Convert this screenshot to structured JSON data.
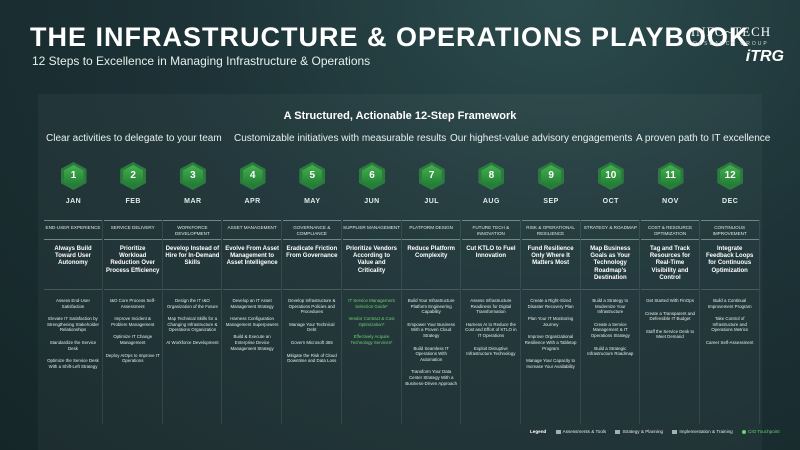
{
  "header": {
    "title": "THE INFRASTRUCTURE & OPERATIONS PLAYBOOK",
    "subtitle": "12 Steps to Excellence in Managing Infrastructure & Operations",
    "logo_main": "INFO~TECH",
    "logo_sub": "RESEARCH GROUP",
    "logo_secondary": "iTRG"
  },
  "framework": {
    "title": "A Structured, Actionable 12-Step Framework",
    "phases": [
      "Clear activities to delegate to your team",
      "Customizable initiatives with measurable results",
      "Our highest-value advisory engagements",
      "A proven path to IT excellence"
    ]
  },
  "colors": {
    "accent_green": "#45b04f",
    "advisory_text": "#6cd26f",
    "background": "#1d3337"
  },
  "steps": [
    {
      "num": "1",
      "month": "JAN",
      "category": "END-USER EXPERIENCE",
      "goal": "Always Build Toward User Autonomy",
      "items": [
        {
          "text": "Assess End-User Satisfaction",
          "type": "impl"
        },
        {
          "text": "Elevate IT Satisfaction by Strengthening Stakeholder Relationships",
          "type": "impl"
        },
        {
          "text": "Standardize the Service Desk",
          "type": "impl"
        },
        {
          "text": "Optimize the Service Desk With a Shift-Left Strategy",
          "type": "impl"
        }
      ]
    },
    {
      "num": "2",
      "month": "FEB",
      "category": "SERVICE DELIVERY",
      "goal": "Prioritize Workload Reduction Over Process Efficiency",
      "items": [
        {
          "text": "I&O Core Process Self-Assessment",
          "type": "impl"
        },
        {
          "text": "Improve Incident & Problem Management",
          "type": "impl"
        },
        {
          "text": "Optimize IT Change Management",
          "type": "impl"
        },
        {
          "text": "Deploy AIOps to Improve IT Operations",
          "type": "impl"
        }
      ]
    },
    {
      "num": "3",
      "month": "MAR",
      "category": "WORKFORCE DEVELOPMENT",
      "goal": "Develop Instead of Hire for In-Demand Skills",
      "items": [
        {
          "text": "Design the IT I&O Organization of the Future",
          "type": "impl"
        },
        {
          "text": "Map Technical Skills for a Changing Infrastructure & Operations Organization",
          "type": "impl"
        },
        {
          "text": "AI Workforce Development",
          "type": "impl"
        }
      ]
    },
    {
      "num": "4",
      "month": "APR",
      "category": "ASSET MANAGEMENT",
      "goal": "Evolve From Asset Management to Asset Intelligence",
      "items": [
        {
          "text": "Develop an IT Asset Management Strategy",
          "type": "impl"
        },
        {
          "text": "Harness Configuration Management Superpowers",
          "type": "impl"
        },
        {
          "text": "Build & Execute an Enterprise Device Management Strategy",
          "type": "impl"
        }
      ]
    },
    {
      "num": "5",
      "month": "MAY",
      "category": "GOVERNANCE & COMPLIANCE",
      "goal": "Eradicate Friction From Governance",
      "items": [
        {
          "text": "Develop Infrastructure & Operations Policies and Procedures",
          "type": "impl"
        },
        {
          "text": "Manage Your Technical Debt",
          "type": "impl"
        },
        {
          "text": "Govern Microsoft 365",
          "type": "impl"
        },
        {
          "text": "Mitigate the Risk of Cloud Downtime and Data Loss",
          "type": "impl"
        }
      ]
    },
    {
      "num": "6",
      "month": "JUN",
      "category": "SUPPLIER MANAGEMENT",
      "goal": "Prioritize Vendors According to Value and Criticality",
      "items": [
        {
          "text": "IT Service Management Selection Guide*",
          "type": "advisory"
        },
        {
          "text": "Vendor Contract & Cost Optimization*",
          "type": "advisory"
        },
        {
          "text": "Effectively Acquire Technology Services*",
          "type": "advisory"
        }
      ]
    },
    {
      "num": "7",
      "month": "JUL",
      "category": "PLATFORM DESIGN",
      "goal": "Reduce Platform Complexity",
      "items": [
        {
          "text": "Build Your Infrastructure Platform Engineering Capability",
          "type": "impl"
        },
        {
          "text": "Empower Your Business With a Proven Cloud Strategy",
          "type": "impl"
        },
        {
          "text": "Build Seamless IT Operations With Automation",
          "type": "impl"
        },
        {
          "text": "Transform Your Data Center Strategy With a Business-Driven Approach",
          "type": "impl"
        }
      ]
    },
    {
      "num": "8",
      "month": "AUG",
      "category": "FUTURE TECH & INNOVATION",
      "goal": "Cut KTLO to Fuel Innovation",
      "items": [
        {
          "text": "Assess Infrastructure Readiness for Digital Transformation",
          "type": "impl"
        },
        {
          "text": "Harness AI to Reduce the Cost and Effort of KTLO in IT Operations",
          "type": "impl"
        },
        {
          "text": "Exploit Disruptive Infrastructure Technology",
          "type": "impl"
        }
      ]
    },
    {
      "num": "9",
      "month": "SEP",
      "category": "RISK & OPERATIONAL RESILIENCE",
      "goal": "Fund Resilience Only Where It Matters Most",
      "items": [
        {
          "text": "Create a Right-Sized Disaster Recovery Plan",
          "type": "impl"
        },
        {
          "text": "Plan Your IT Monitoring Journey",
          "type": "impl"
        },
        {
          "text": "Improve Organizational Resilience With a Tabletop Program",
          "type": "impl"
        },
        {
          "text": "Manage Your Capacity to Increase Your Availability",
          "type": "impl"
        }
      ]
    },
    {
      "num": "10",
      "month": "OCT",
      "category": "STRATEGY & ROADMAP",
      "goal": "Map Business Goals as Your Technology Roadmap's Destination",
      "items": [
        {
          "text": "Build a Strategy to Modernize Your Infrastructure",
          "type": "impl"
        },
        {
          "text": "Create a Service Management & IT Operations Strategy",
          "type": "impl"
        },
        {
          "text": "Build a Strategic Infrastructure Roadmap",
          "type": "impl"
        }
      ]
    },
    {
      "num": "11",
      "month": "NOV",
      "category": "COST & RESOURCE OPTIMIZATION",
      "goal": "Tag and Track Resources for Real-Time Visibility and Control",
      "items": [
        {
          "text": "Get Started With FinOps",
          "type": "impl"
        },
        {
          "text": "Create a Transparent and Defensible IT Budget",
          "type": "impl"
        },
        {
          "text": "Staff the Service Desk to Meet Demand",
          "type": "impl"
        }
      ]
    },
    {
      "num": "12",
      "month": "DEC",
      "category": "CONTINUOUS IMPROVEMENT",
      "goal": "Integrate Feedback Loops for Continuous Optimization",
      "items": [
        {
          "text": "Build a Continual Improvement Program",
          "type": "impl"
        },
        {
          "text": "Take Control of Infrastructure and Operations Metrics",
          "type": "impl"
        },
        {
          "text": "Career Self-Assessment",
          "type": "impl"
        }
      ]
    }
  ],
  "legend": {
    "title": "Legend",
    "items": [
      "Assessments & Tools",
      "Strategy & Planning",
      "Implementation & Training",
      "CIO Touchpoint"
    ]
  }
}
